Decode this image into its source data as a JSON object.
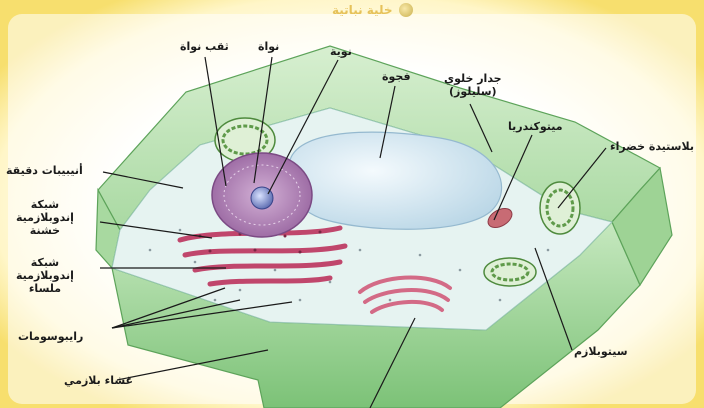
{
  "title": "خلية نباتية",
  "labels": {
    "nuclear_pore": "ثقب نواة",
    "nucleus": "نواة",
    "nucleolus": "نوية",
    "vacuole": "فجوة",
    "cell_wall": [
      "جدار خلوي",
      "(سليلوز)"
    ],
    "mitochondria": "ميتوكندريا",
    "chloroplast": "بلاستيدة خضراء",
    "microtubules": "أنيبيبات دقيقة",
    "rough_er": [
      "شبكة",
      "إندوبلازمية",
      "خشنة"
    ],
    "smooth_er": [
      "شبكة",
      "إندوبلازمية",
      "ملساء"
    ],
    "ribosomes": "رايبوسومات",
    "plasma_membrane": "غشاء بلازمي",
    "cytoplasm": "سيتوبلازم"
  },
  "colors": {
    "background_glow": "#fbe98a",
    "cell_wall": "#8ccf86",
    "cytoplasm": "#e4f2f2",
    "vacuole": "#cfe3ee",
    "nucleus": "#b07cb4",
    "er": "#c84b6f",
    "chloroplast": "#5f9a4a",
    "mitochondria": "#b8505a",
    "pointer": "#1a1a1a"
  }
}
